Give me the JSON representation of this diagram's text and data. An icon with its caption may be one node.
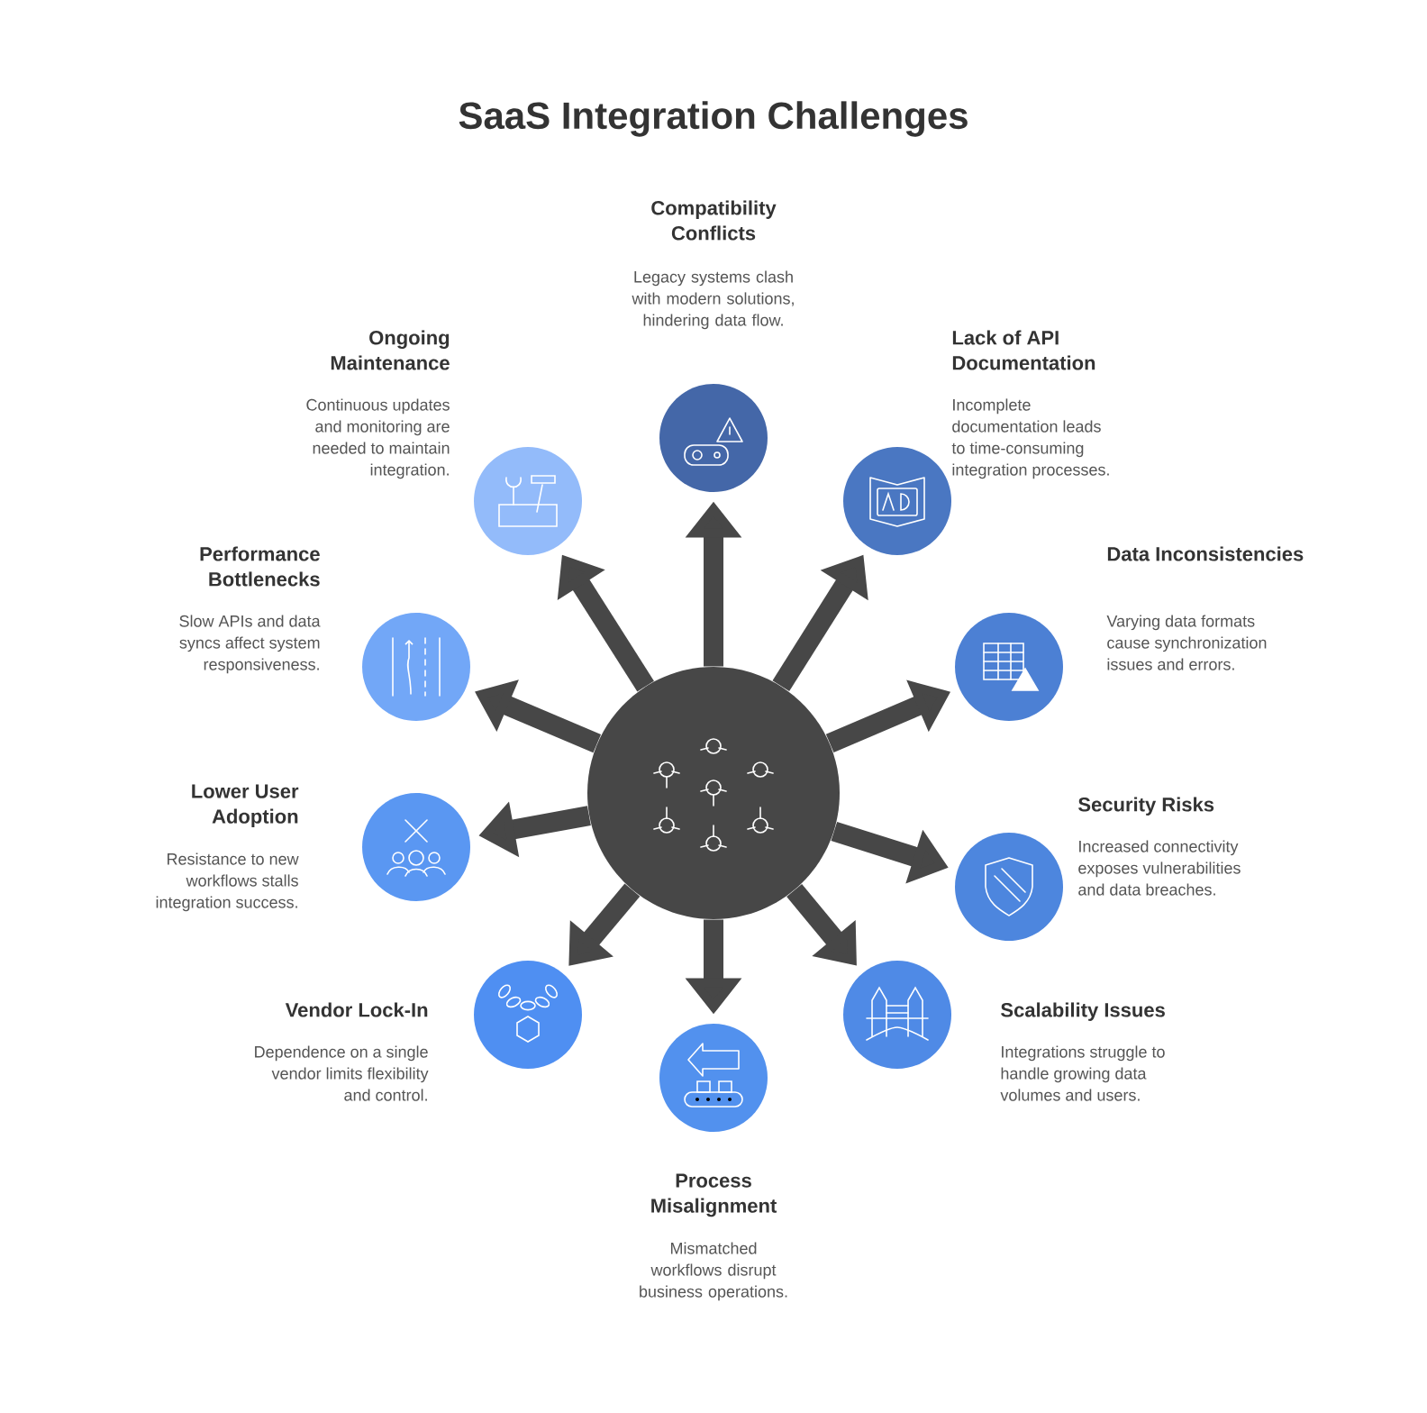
{
  "diagram": {
    "title": "SaaS Integration Challenges",
    "nodes": [
      {
        "text": [],
        "shape": "circle"
      },
      {
        "text": [
          "Compatibility Conflicts",
          "Legacy systems clash with modern solutions, hindering data flow."
        ]
      },
      {
        "text": [
          "Lack of API Documentation",
          "Incomplete documentation leads to time-consuming integration processes."
        ]
      },
      {
        "text": [
          "Data Inconsistencies",
          "Varying data formats cause synchronization issues and errors."
        ]
      },
      {
        "text": [
          "Security Risks",
          "Increased connectivity exposes vulnerabilities and data breaches."
        ]
      },
      {
        "text": [
          "Scalability Issues",
          "Integrations struggle to handle growing data volumes and users."
        ]
      },
      {
        "text": [
          "Process Misalignment",
          "Mismatched workflows disrupt business operations."
        ]
      },
      {
        "text": [
          "Vendor Lock-In",
          "Dependence on a single vendor limits flexibility and control."
        ]
      },
      {
        "text": [
          "Lower User Adoption",
          "Resistance to new workflows stalls integration success."
        ]
      },
      {
        "text": [
          "Performance Bottlenecks",
          "Slow APIs and data syncs affect system responsiveness."
        ]
      },
      {
        "text": [
          "Ongoing Maintenance",
          "Continuous updates and monitoring are needed to maintain integration."
        ]
      }
    ],
    "edges": [
      {
        "from": 0,
        "to": 1,
        "arrow": "to"
      },
      {
        "from": 0,
        "to": 2,
        "arrow": "to"
      },
      {
        "from": 0,
        "to": 3,
        "arrow": "to"
      },
      {
        "from": 0,
        "to": 4,
        "arrow": "to"
      },
      {
        "from": 0,
        "to": 5,
        "arrow": "to"
      },
      {
        "from": 0,
        "to": 6,
        "arrow": "to"
      },
      {
        "from": 0,
        "to": 7,
        "arrow": "to"
      },
      {
        "from": 0,
        "to": 8,
        "arrow": "to"
      },
      {
        "from": 0,
        "to": 9,
        "arrow": "to"
      },
      {
        "from": 0,
        "to": 10,
        "arrow": "to"
      }
    ]
  }
}
